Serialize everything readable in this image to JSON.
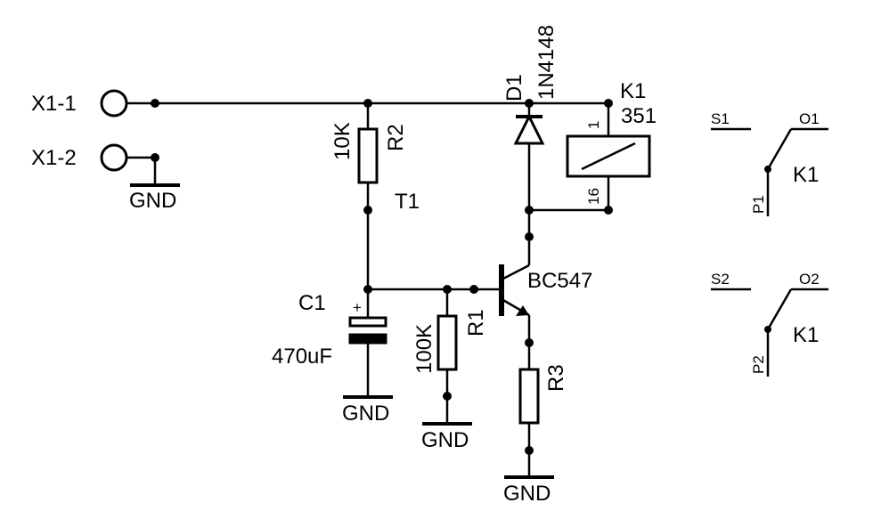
{
  "terminals": {
    "x1_1": "X1-1",
    "x1_2": "X1-2"
  },
  "gnd_label": "GND",
  "r2": {
    "name": "R2",
    "value": "10K"
  },
  "r1": {
    "name": "R1",
    "value": "100K"
  },
  "r3": {
    "name": "R3"
  },
  "c1": {
    "name": "C1",
    "value": "470uF",
    "polarity": "+"
  },
  "d1": {
    "name": "D1",
    "value": "1N4148"
  },
  "t1": {
    "name": "T1",
    "value": "BC547"
  },
  "k1": {
    "name": "K1",
    "value": "351",
    "pin1": "1",
    "pin16": "16"
  },
  "switch1": {
    "s": "S1",
    "o": "O1",
    "p": "P1",
    "k": "K1"
  },
  "switch2": {
    "s": "S2",
    "o": "O2",
    "p": "P2",
    "k": "K1"
  }
}
